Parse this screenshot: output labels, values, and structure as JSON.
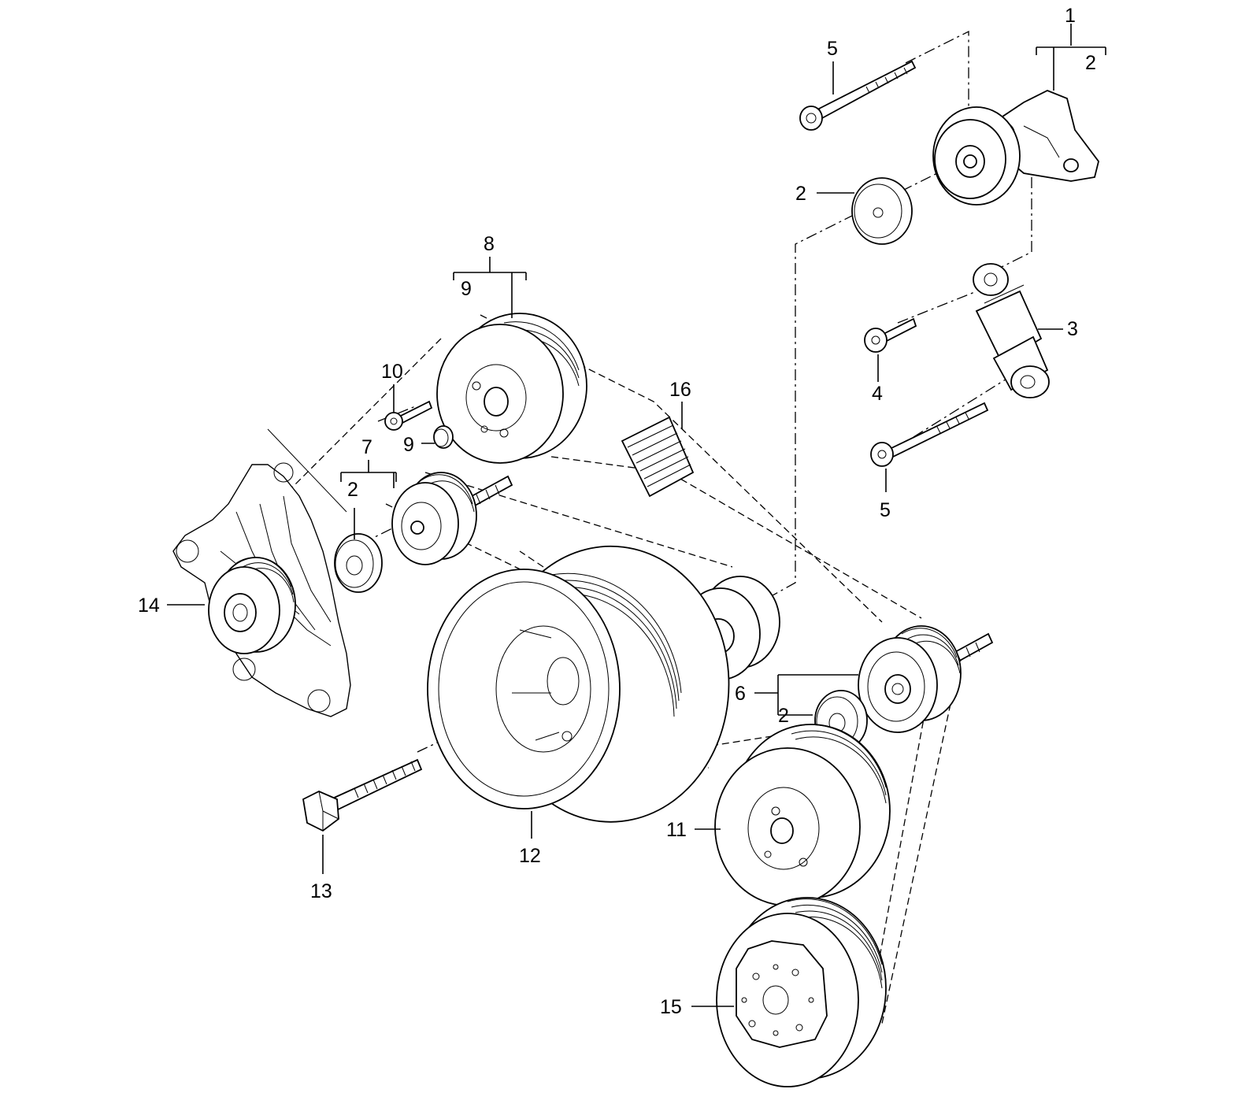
{
  "callouts": [
    {
      "id": "c1",
      "text": "1"
    },
    {
      "id": "c2a",
      "text": "2"
    },
    {
      "id": "c5a",
      "text": "5"
    },
    {
      "id": "c2b",
      "text": "2"
    },
    {
      "id": "c3",
      "text": "3"
    },
    {
      "id": "c4",
      "text": "4"
    },
    {
      "id": "c5b",
      "text": "5"
    },
    {
      "id": "c8",
      "text": "8"
    },
    {
      "id": "c9a",
      "text": "9"
    },
    {
      "id": "c10",
      "text": "10"
    },
    {
      "id": "c9b",
      "text": "9"
    },
    {
      "id": "c16",
      "text": "16"
    },
    {
      "id": "c7",
      "text": "7"
    },
    {
      "id": "c2c",
      "text": "2"
    },
    {
      "id": "c14",
      "text": "14"
    },
    {
      "id": "c6",
      "text": "6"
    },
    {
      "id": "c2d",
      "text": "2"
    },
    {
      "id": "c12",
      "text": "12"
    },
    {
      "id": "c13",
      "text": "13"
    },
    {
      "id": "c11",
      "text": "11"
    },
    {
      "id": "c15",
      "text": "15"
    }
  ]
}
